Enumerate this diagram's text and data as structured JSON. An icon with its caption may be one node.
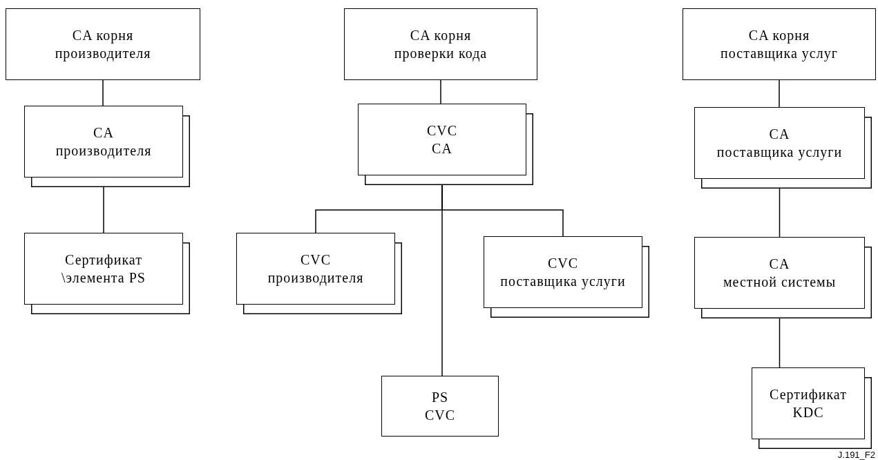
{
  "diagram": {
    "nodes": [
      {
        "text": [
          "CA корня",
          "производителя"
        ]
      },
      {
        "text": [
          "CA",
          "производителя"
        ]
      },
      {
        "text": [
          "Сертификат",
          "\\элемента PS"
        ]
      },
      {
        "text": [
          "CA корня",
          "проверки кода"
        ]
      },
      {
        "text": [
          "CVC",
          "CA"
        ]
      },
      {
        "text": [
          "CVC",
          "производителя"
        ]
      },
      {
        "text": [
          "CVC",
          "поставщика услуги"
        ]
      },
      {
        "text": [
          "PS",
          "CVC"
        ]
      },
      {
        "text": [
          "CA корня",
          "поставщика услуг"
        ]
      },
      {
        "text": [
          "CA",
          "поставщика услуги"
        ]
      },
      {
        "text": [
          "CA",
          "местной системы"
        ]
      },
      {
        "text": [
          "Сертификат",
          "KDC"
        ]
      }
    ],
    "edges": [
      {
        "from": 0,
        "to": 1,
        "arrow": "none"
      },
      {
        "from": 1,
        "to": 2,
        "arrow": "none"
      },
      {
        "from": 3,
        "to": 4,
        "arrow": "none"
      },
      {
        "from": 4,
        "to": 5,
        "arrow": "none"
      },
      {
        "from": 4,
        "to": 6,
        "arrow": "none"
      },
      {
        "from": 4,
        "to": 7,
        "arrow": "none"
      },
      {
        "from": 8,
        "to": 9,
        "arrow": "none"
      },
      {
        "from": 9,
        "to": 10,
        "arrow": "none"
      },
      {
        "from": 10,
        "to": 11,
        "arrow": "none"
      }
    ],
    "labels": [
      "J.191_F2"
    ]
  }
}
